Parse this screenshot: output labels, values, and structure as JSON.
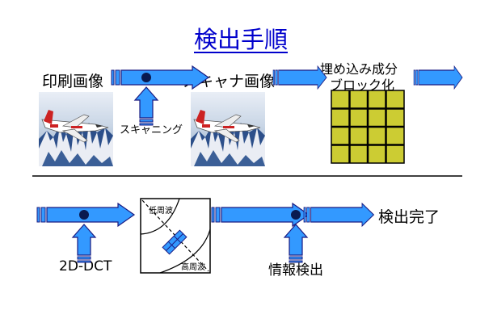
{
  "title": "検出手順",
  "row1": {
    "printed_image_label": "印刷画像",
    "scanning_label": "スキャニング",
    "scanned_image_label": "スキャナ画像",
    "block_label_line1": "埋め込み成分",
    "block_label_line2": "ブロック化"
  },
  "row2": {
    "dct_label": "2D-DCT",
    "low_freq_label": "低周波",
    "high_freq_label": "高周波",
    "info_detect_label": "情報検出",
    "complete_label": "検出完了"
  },
  "colors": {
    "arrow_fill": "#3399ff",
    "arrow_stroke": "#1a1a80",
    "title_blue": "#0000cc",
    "block_fill": "#cccc33",
    "grid_line": "#000000"
  },
  "block_grid": {
    "rows": 4,
    "cols": 4
  }
}
